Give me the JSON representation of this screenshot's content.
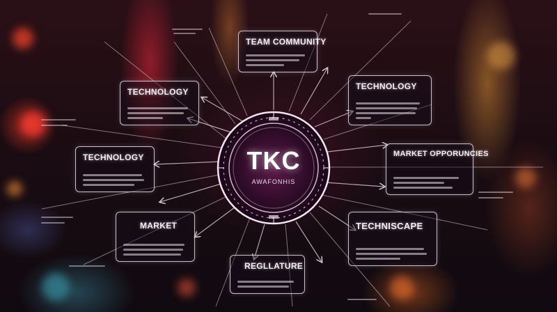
{
  "hub": {
    "title": "TKC",
    "subtitle": "AWAFONHIS"
  },
  "cards": {
    "team_community": {
      "title": "TEAM COMMUNITY"
    },
    "technology_top_left": {
      "title": "TECHNOLOGY"
    },
    "technology_left": {
      "title": "TECHNOLOGY"
    },
    "technology_right": {
      "title": "TECHNOLOGY"
    },
    "market_opportunities": {
      "title": "MARKET OPPORUNCIES"
    },
    "market": {
      "title": "MARKET"
    },
    "technoscape": {
      "title": "TECHNISCAPE"
    },
    "regulature": {
      "title": "REGLLATURE"
    }
  },
  "colors": {
    "card_border": "#ebe1eb",
    "hub_ring": "#f0e6f0",
    "hub_inner": "#3a1030",
    "connector": "#d8ccd8"
  }
}
